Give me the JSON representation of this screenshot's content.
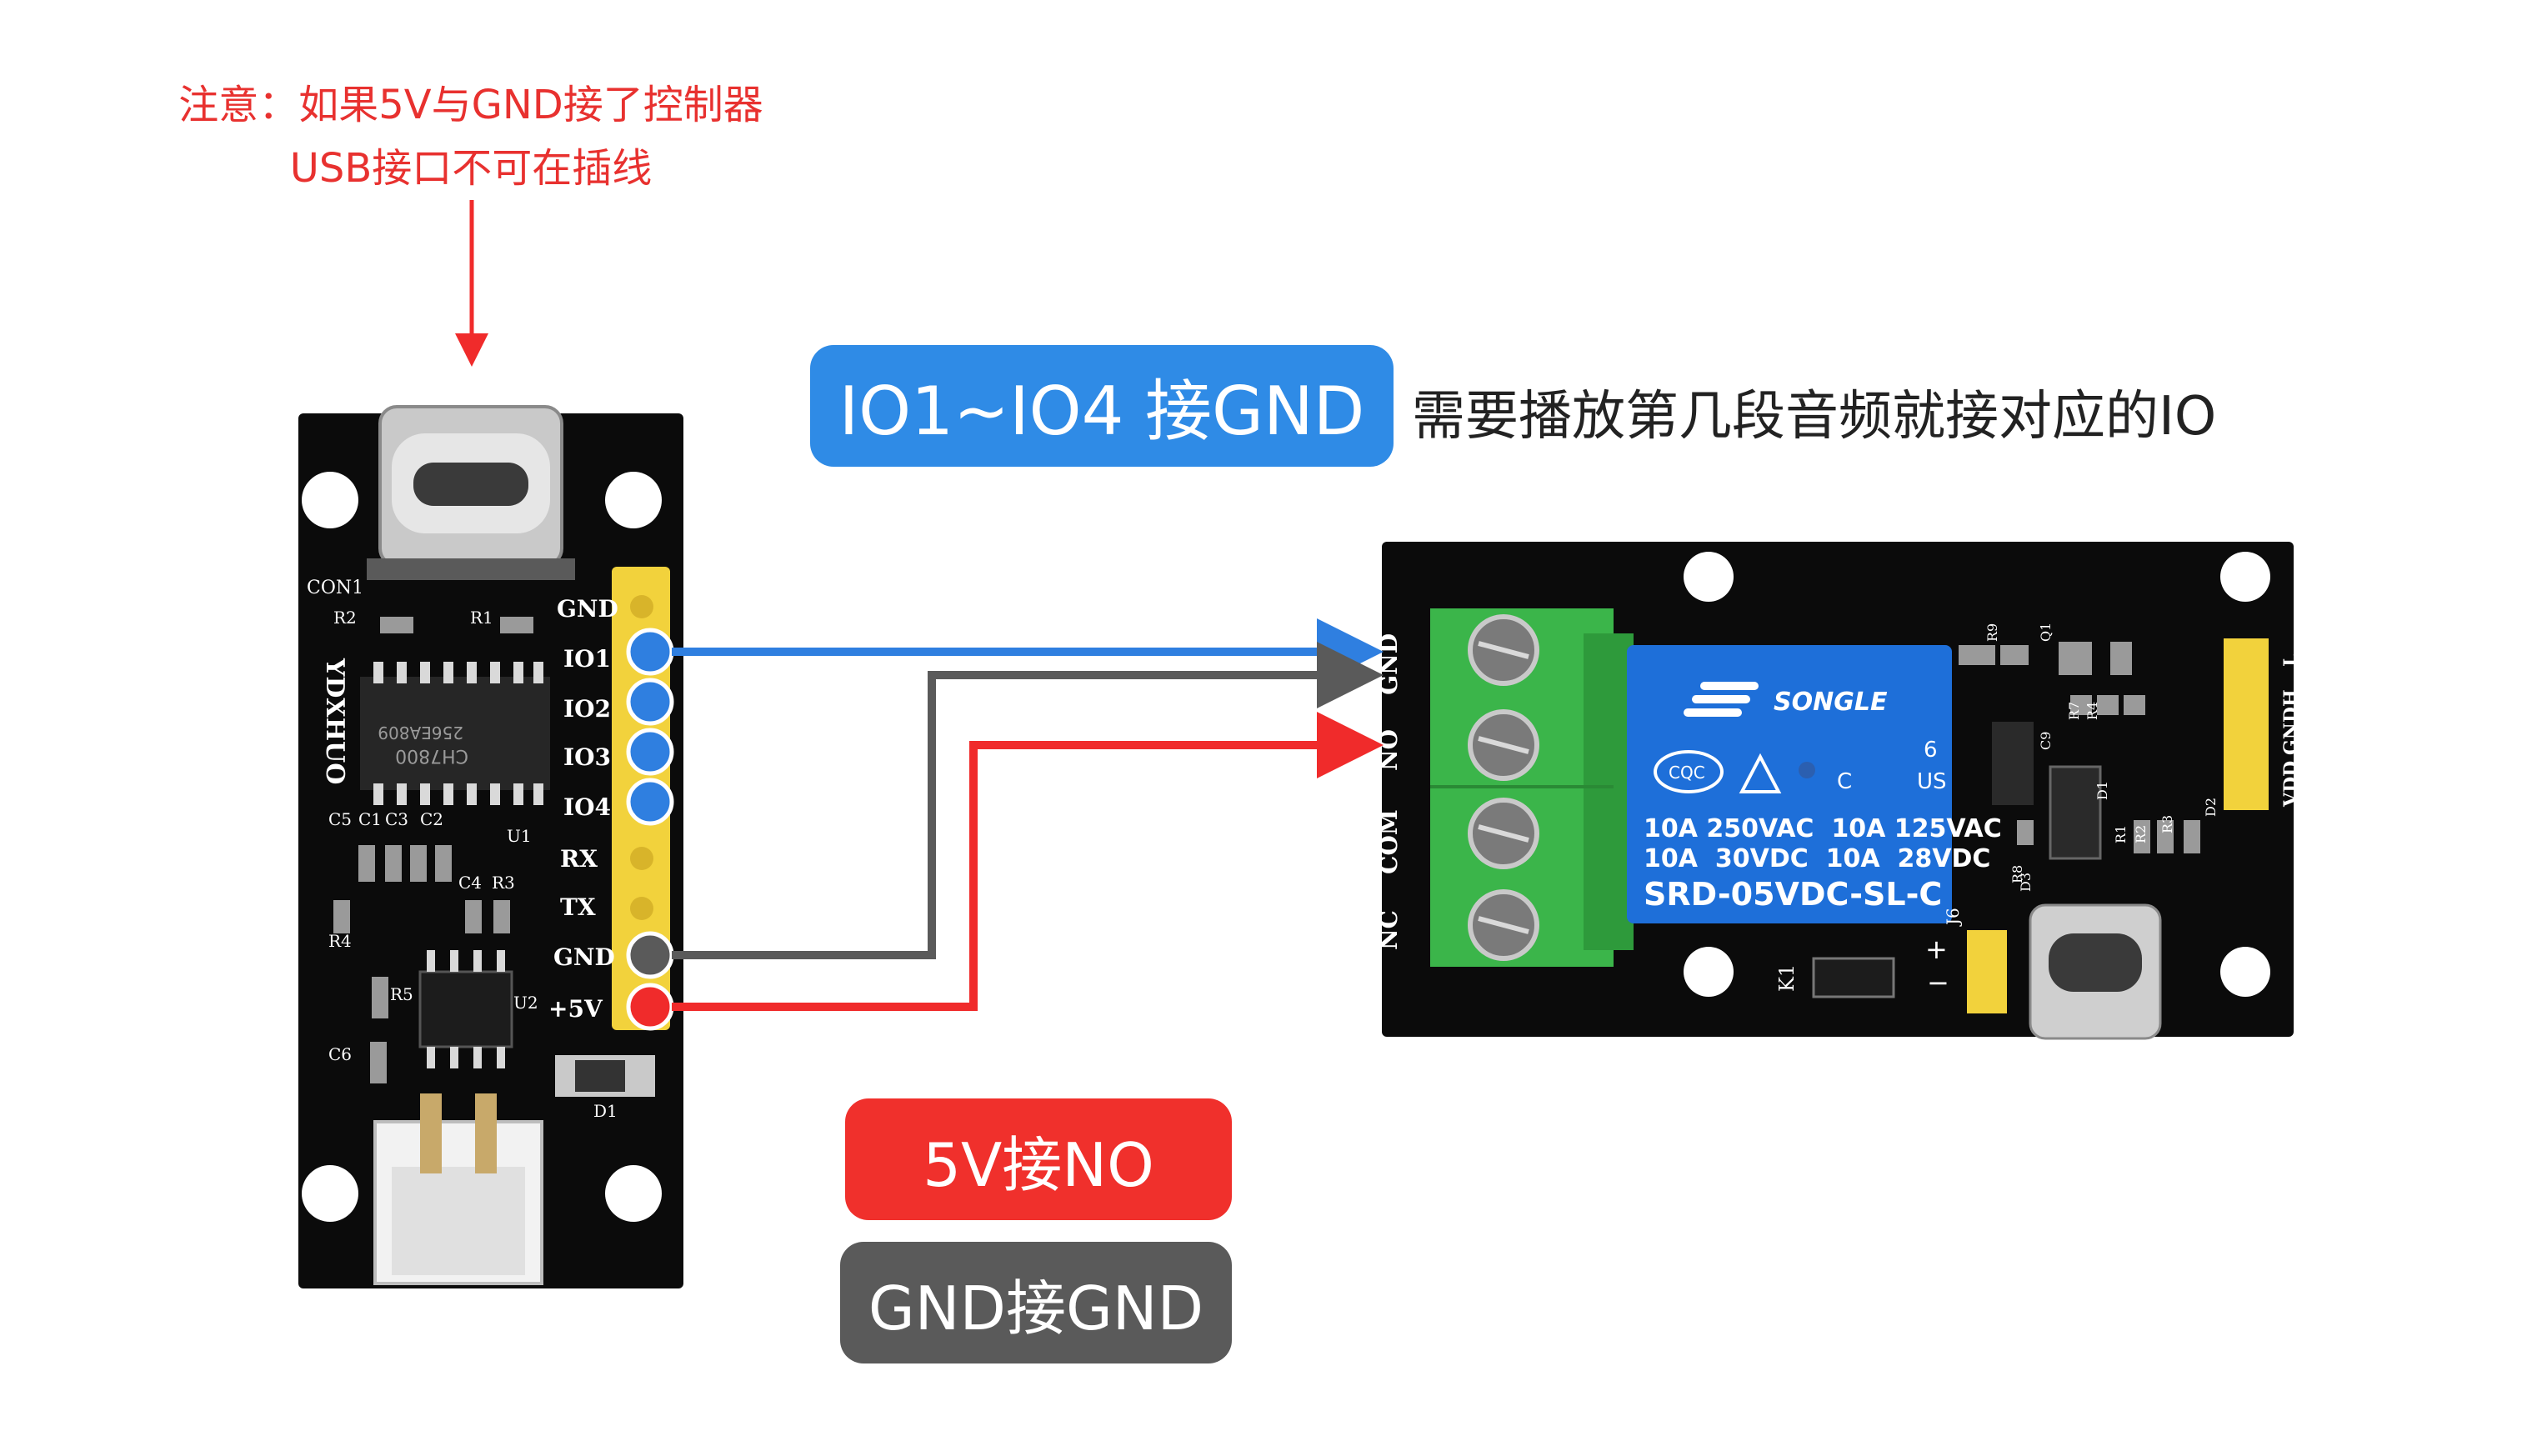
{
  "warning": {
    "line1": "注意：如果5V与GND接了控制器",
    "line2": "USB接口不可在插线"
  },
  "instruction": {
    "pill": "IO1~IO4 接GND",
    "description": "需要播放第几段音频就接对应的IO"
  },
  "legend": {
    "red_label": "5V接NO",
    "gray_label": "GND接GND"
  },
  "controller_board": {
    "brand": "YDXHUO",
    "connector": "CON1",
    "chip": "CH7800",
    "chip_code": "256EA809",
    "pins": [
      "GND",
      "IO1",
      "IO2",
      "IO3",
      "IO4",
      "RX",
      "TX",
      "GND",
      "+5V"
    ],
    "components": [
      "R2",
      "R1",
      "U1",
      "C5",
      "C1",
      "C3",
      "C2",
      "C4",
      "R3",
      "R4",
      "R5",
      "U2",
      "C6",
      "D1"
    ]
  },
  "relay_board": {
    "terminals": [
      "GND",
      "NO",
      "COM",
      "NC"
    ],
    "relay_brand": "SONGLE",
    "relay_ratings": [
      "10A 250VAC  10A 125VAC",
      "10A  30VDC  10A  28VDC"
    ],
    "relay_model": "SRD-05VDC-SL-C",
    "relay_cert": [
      "CQC",
      "C",
      "US",
      "6"
    ],
    "header_pins": [
      "VDD",
      "GND",
      "H",
      "L"
    ],
    "labels": [
      "K1",
      "J6",
      "D3",
      "D1",
      "D2",
      "R7",
      "R4",
      "R1",
      "R2",
      "R3",
      "R8",
      "R9",
      "C9",
      "Q1"
    ],
    "polarity": [
      "+",
      "−"
    ]
  },
  "colors": {
    "io_wire": "#2f7fe0",
    "gnd_wire": "#5a5a5a",
    "vcc_wire": "#f02b2b",
    "pcb": "#0b0b0b",
    "terminal": "#3bb54a",
    "relay": "#1e6fd9",
    "header": "#f2d23c",
    "warning_text": "#e8312f"
  }
}
